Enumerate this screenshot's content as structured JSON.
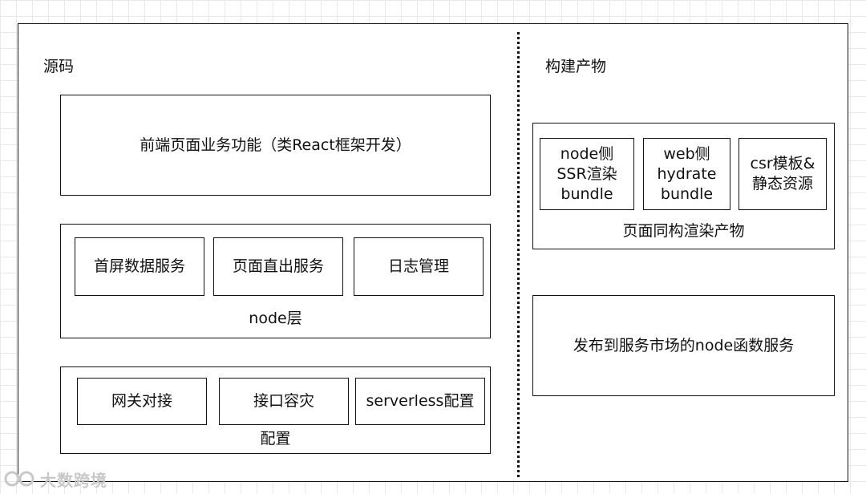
{
  "left": {
    "title": "源码",
    "frontend_box": "前端页面业务功能（类React框架开发）",
    "node_layer": {
      "items": [
        "首屏数据服务",
        "页面直出服务",
        "日志管理"
      ],
      "caption": "node层"
    },
    "config_layer": {
      "items": [
        "网关对接",
        "接口容灾",
        "serverless配置"
      ],
      "caption": "配置"
    }
  },
  "right": {
    "title": "构建产物",
    "iso_group": {
      "items": [
        "node侧\nSSR渲染\nbundle",
        "web侧\nhydrate\nbundle",
        "csr模板&\n静态资源"
      ],
      "caption": "页面同构渲染产物"
    },
    "publish_box": "发布到服务市场的node函数服务"
  },
  "watermark": "大数跨境"
}
